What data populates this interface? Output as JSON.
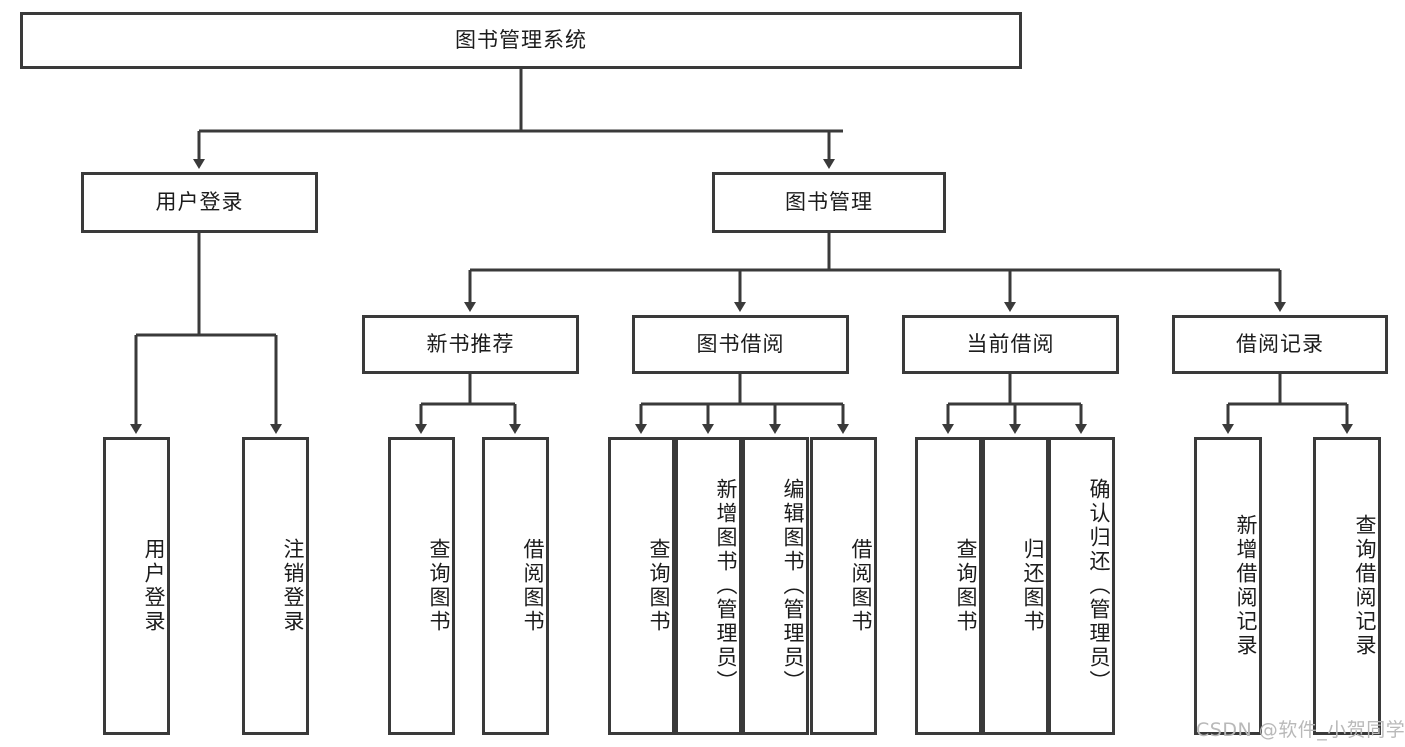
{
  "diagram": {
    "type": "tree-hierarchy",
    "title": "图书管理系统",
    "stroke_color": "#3a3a3a",
    "fill_color": "#ffffff",
    "text_color": "#1c1c1c",
    "root": {
      "id": "root",
      "label": "图书管理系统"
    },
    "level1": [
      {
        "id": "user-login",
        "label": "用户登录"
      },
      {
        "id": "book-manage",
        "label": "图书管理"
      }
    ],
    "level2": [
      {
        "id": "new-book-recommend",
        "label": "新书推荐",
        "parent": "book-manage"
      },
      {
        "id": "book-borrow",
        "label": "图书借阅",
        "parent": "book-manage"
      },
      {
        "id": "current-borrow",
        "label": "当前借阅",
        "parent": "book-manage"
      },
      {
        "id": "borrow-record",
        "label": "借阅记录",
        "parent": "book-manage"
      }
    ],
    "leaves": [
      {
        "id": "leaf-user-login",
        "label": "用户登录",
        "parent": "user-login"
      },
      {
        "id": "leaf-user-logout",
        "label": "注销登录",
        "parent": "user-login"
      },
      {
        "id": "leaf-rec-query-book",
        "label": "查询图书",
        "parent": "new-book-recommend"
      },
      {
        "id": "leaf-rec-borrow-book",
        "label": "借阅图书",
        "parent": "new-book-recommend"
      },
      {
        "id": "leaf-bb-query-book",
        "label": "查询图书",
        "parent": "book-borrow"
      },
      {
        "id": "leaf-bb-add-book",
        "label": "新增图书（管理员）",
        "parent": "book-borrow"
      },
      {
        "id": "leaf-bb-edit-book",
        "label": "编辑图书（管理员）",
        "parent": "book-borrow"
      },
      {
        "id": "leaf-bb-borrow-book",
        "label": "借阅图书",
        "parent": "book-borrow"
      },
      {
        "id": "leaf-cb-query-book",
        "label": "查询图书",
        "parent": "current-borrow"
      },
      {
        "id": "leaf-cb-return-book",
        "label": "归还图书",
        "parent": "current-borrow"
      },
      {
        "id": "leaf-cb-confirm-return",
        "label": "确认归还（管理员）",
        "parent": "current-borrow"
      },
      {
        "id": "leaf-br-add-record",
        "label": "新增借阅记录",
        "parent": "borrow-record"
      },
      {
        "id": "leaf-br-query-record",
        "label": "查询借阅记录",
        "parent": "borrow-record"
      }
    ]
  },
  "watermark": {
    "text": "CSDN @软件_小贺同学",
    "color": "#b9b9b9"
  }
}
